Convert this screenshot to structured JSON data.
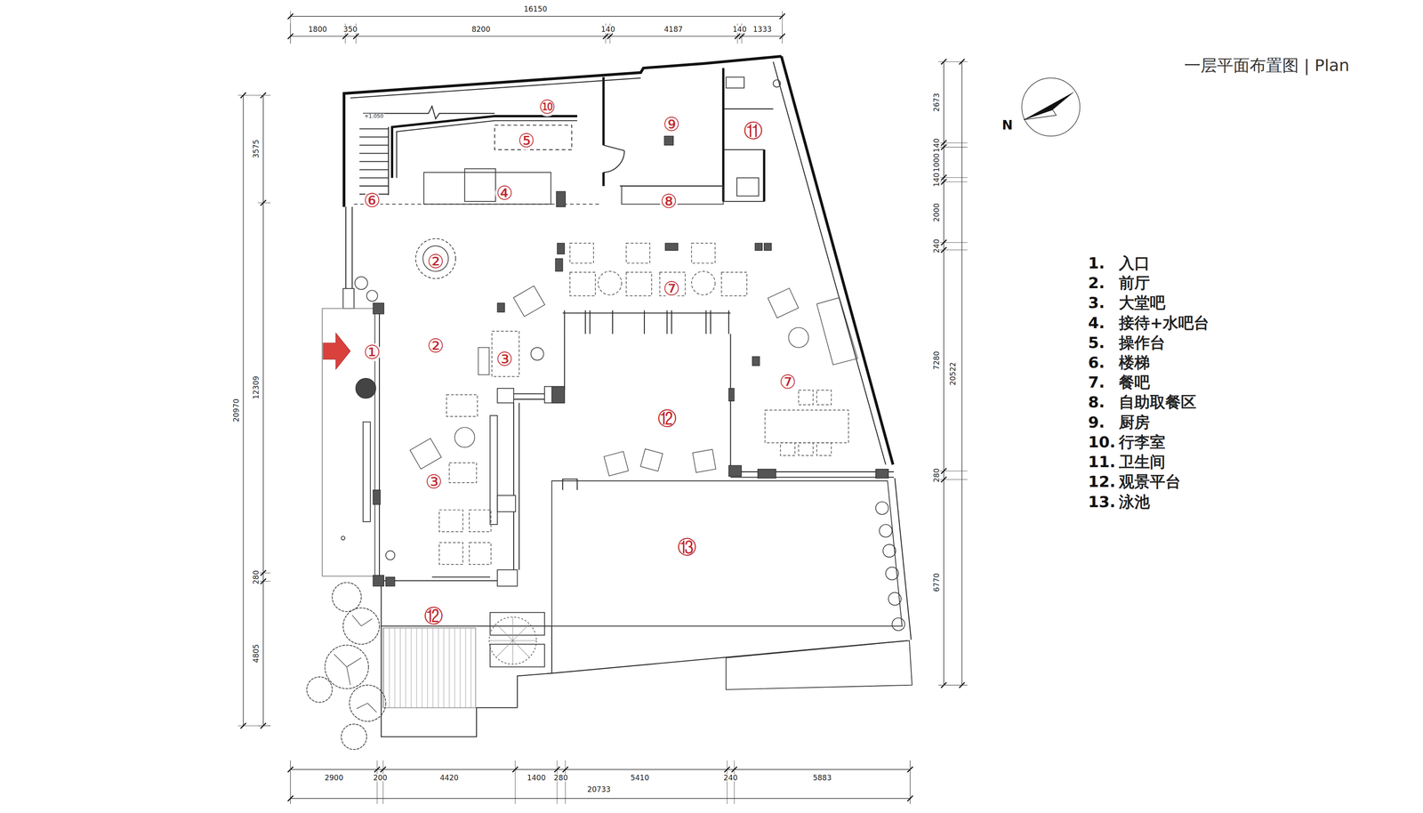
{
  "diagram": {
    "title": "一层平面布置图 | Plan",
    "labels": [
      "16150",
      "1800",
      "350",
      "8200",
      "140",
      "4187",
      "140",
      "1333",
      "3575",
      "20970",
      "12309",
      "280",
      "4805",
      "2673",
      "140",
      "1000",
      "140",
      "2000",
      "240",
      "7280",
      "20522",
      "280",
      "6770",
      "2900",
      "200",
      "4420",
      "1400",
      "280",
      "5410",
      "240",
      "5883",
      "20733",
      "+1.050",
      "N",
      "⑩",
      "⑨",
      "⑪",
      "⑤",
      "④",
      "⑧",
      "⑥",
      "②",
      "⑦",
      "①",
      "②",
      "③",
      "⑦",
      "⑫",
      "③",
      "⑬",
      "⑫",
      "1.",
      "入口",
      "2.",
      "前厅",
      "3.",
      "大堂吧",
      "4.",
      "接待+水吧台",
      "5.",
      "操作台",
      "6.",
      "楼梯",
      "7.",
      "餐吧",
      "8.",
      "自助取餐区",
      "9.",
      "厨房",
      "10.",
      "行李室",
      "11.",
      "卫生间",
      "12.",
      "观景平台",
      "13.",
      "泳池"
    ]
  }
}
